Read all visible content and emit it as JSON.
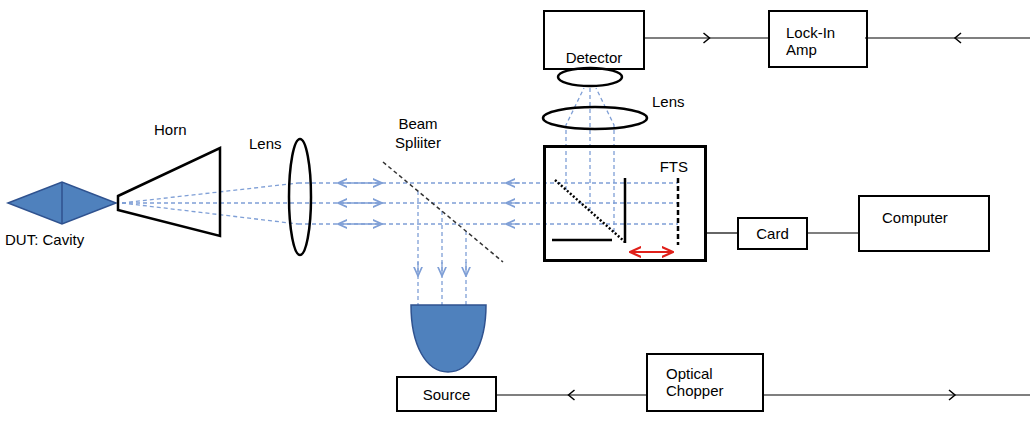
{
  "diagram": {
    "nodes": [
      {
        "text": [
          "Detector"
        ]
      },
      {
        "text": [
          "Lock-In Amp"
        ]
      },
      {
        "text": [
          "FTS"
        ]
      },
      {
        "text": [
          "Card"
        ]
      },
      {
        "text": [
          "Computer"
        ]
      },
      {
        "text": [
          "Source"
        ]
      },
      {
        "text": [
          "Optical Chopper"
        ]
      }
    ],
    "edges": [
      {
        "from": 0,
        "to": 1,
        "arrow": "to"
      },
      {
        "from": 2,
        "to": 3,
        "arrow": "none"
      },
      {
        "from": 3,
        "to": 4,
        "arrow": "none"
      },
      {
        "from": 6,
        "to": 5,
        "arrow": "to"
      }
    ],
    "labels": [
      "Lens",
      "Horn",
      "Beam Spliiter",
      "Lens",
      "DUT: Cavity"
    ]
  }
}
